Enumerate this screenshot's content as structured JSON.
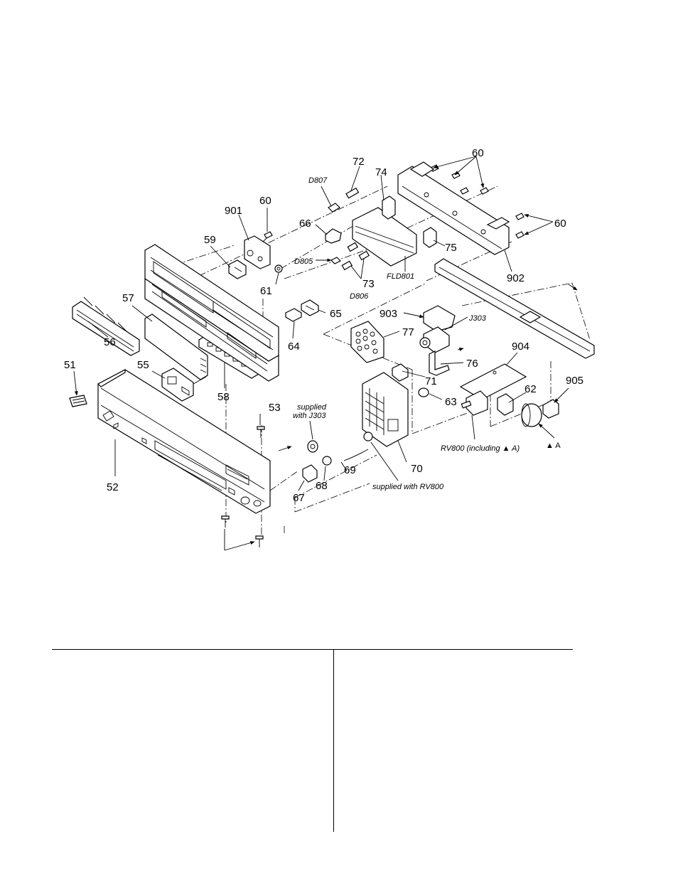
{
  "labels": {
    "p51": "51",
    "p52": "52",
    "p53": "53",
    "p55": "55",
    "p56": "56",
    "p57": "57",
    "p58": "58",
    "p59": "59",
    "p60a": "60",
    "p60b": "60",
    "p60c": "60",
    "p61": "61",
    "p62": "62",
    "p63": "63",
    "p64": "64",
    "p65": "65",
    "p66": "66",
    "p67": "67",
    "p68": "68",
    "p69": "69",
    "p70": "70",
    "p71": "71",
    "p72": "72",
    "p73": "73",
    "p74": "74",
    "p75": "75",
    "p76": "76",
    "p77": "77",
    "p901": "901",
    "p902": "902",
    "p903": "903",
    "p904": "904",
    "p905": "905"
  },
  "refs": {
    "d807": "D807",
    "d805": "D805",
    "d806": "D806",
    "fld801": "FLD801",
    "j303": "J303",
    "rv800": "RV800 (including ▲ A)",
    "tri_a": "▲ A"
  },
  "notes": {
    "supplied_line1": "supplied",
    "supplied_line2": "with J303",
    "supplied_rv800": "supplied with RV800"
  }
}
